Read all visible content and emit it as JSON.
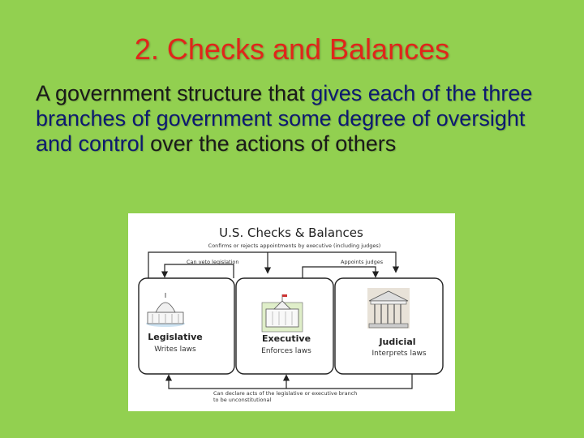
{
  "slide": {
    "title": "2. Checks and Balances",
    "body_part1": "A government structure that ",
    "body_highlight1": "gives each of the three branches of government some degree of oversight and control",
    "body_part2": " over the actions of others"
  },
  "diagram": {
    "title": "U.S. Checks & Balances",
    "top_note": "Confirms or rejects appointments by executive (including judges)",
    "left_note": "Can veto legislation",
    "right_note": "Appoints judges",
    "bottom_note_line1": "Can declare acts of the legislative or executive branch",
    "bottom_note_line2": "to be unconstitutional",
    "branches": [
      {
        "name": "Legislative",
        "role": "Writes laws"
      },
      {
        "name": "Executive",
        "role": "Enforces laws"
      },
      {
        "name": "Judicial",
        "role": "Interprets laws"
      }
    ]
  },
  "colors": {
    "background": "#92d050",
    "title": "#e0261a",
    "highlight": "#0d1a70"
  }
}
